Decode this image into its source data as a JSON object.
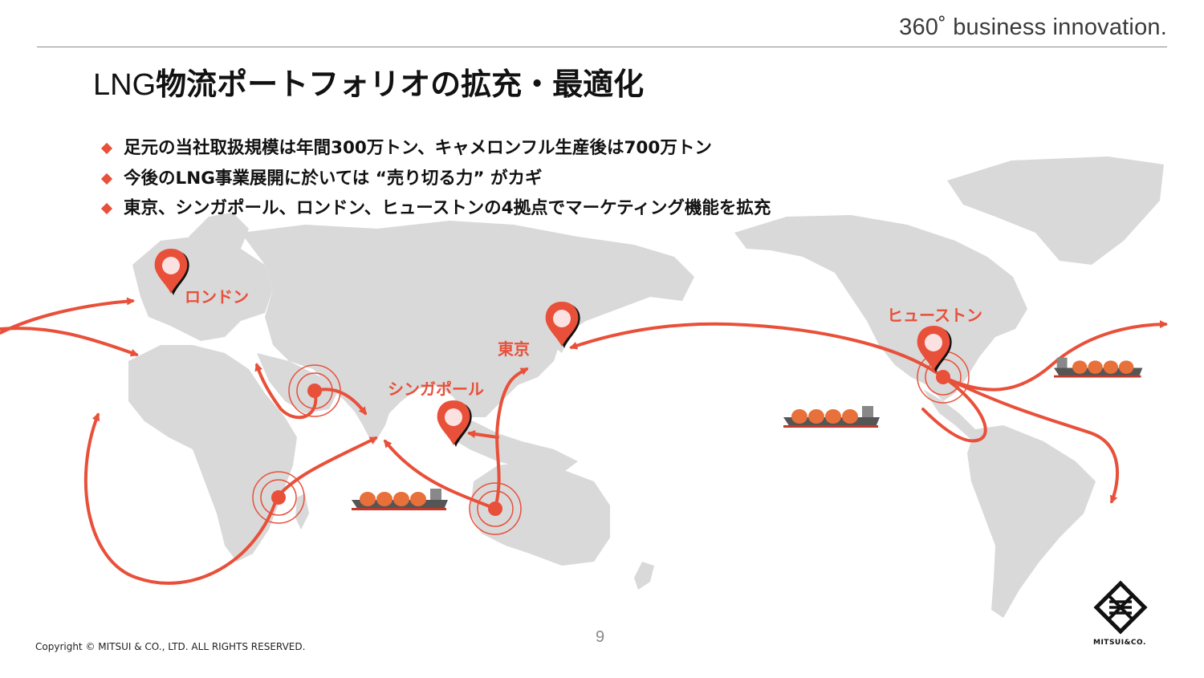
{
  "header": {
    "tagline": "360˚ business innovation."
  },
  "title": {
    "part_latin": "LNG",
    "part_jp": "物流ポートフォリオの拡充・最適化"
  },
  "bullets": [
    "足元の当社取扱規模は年間300万トン、キャメロンフル生産後は700万トン",
    "今後のLNG事業展開に於いては “売り切る力” がカギ",
    "東京、シンガポール、ロンドン、ヒューストンの4拠点でマーケティング機能を拡充"
  ],
  "cities": {
    "london": "ロンドン",
    "tokyo": "東京",
    "singapore": "シンガポール",
    "houston": "ヒューストン"
  },
  "footer": {
    "copyright": "Copyright © MITSUI & CO., LTD. ALL RIGHTS RESERVED.",
    "page_number": "9",
    "logo_text": "MITSUI&CO."
  },
  "colors": {
    "accent": "#e8503a",
    "land": "#d9d9d9",
    "text": "#111111"
  }
}
